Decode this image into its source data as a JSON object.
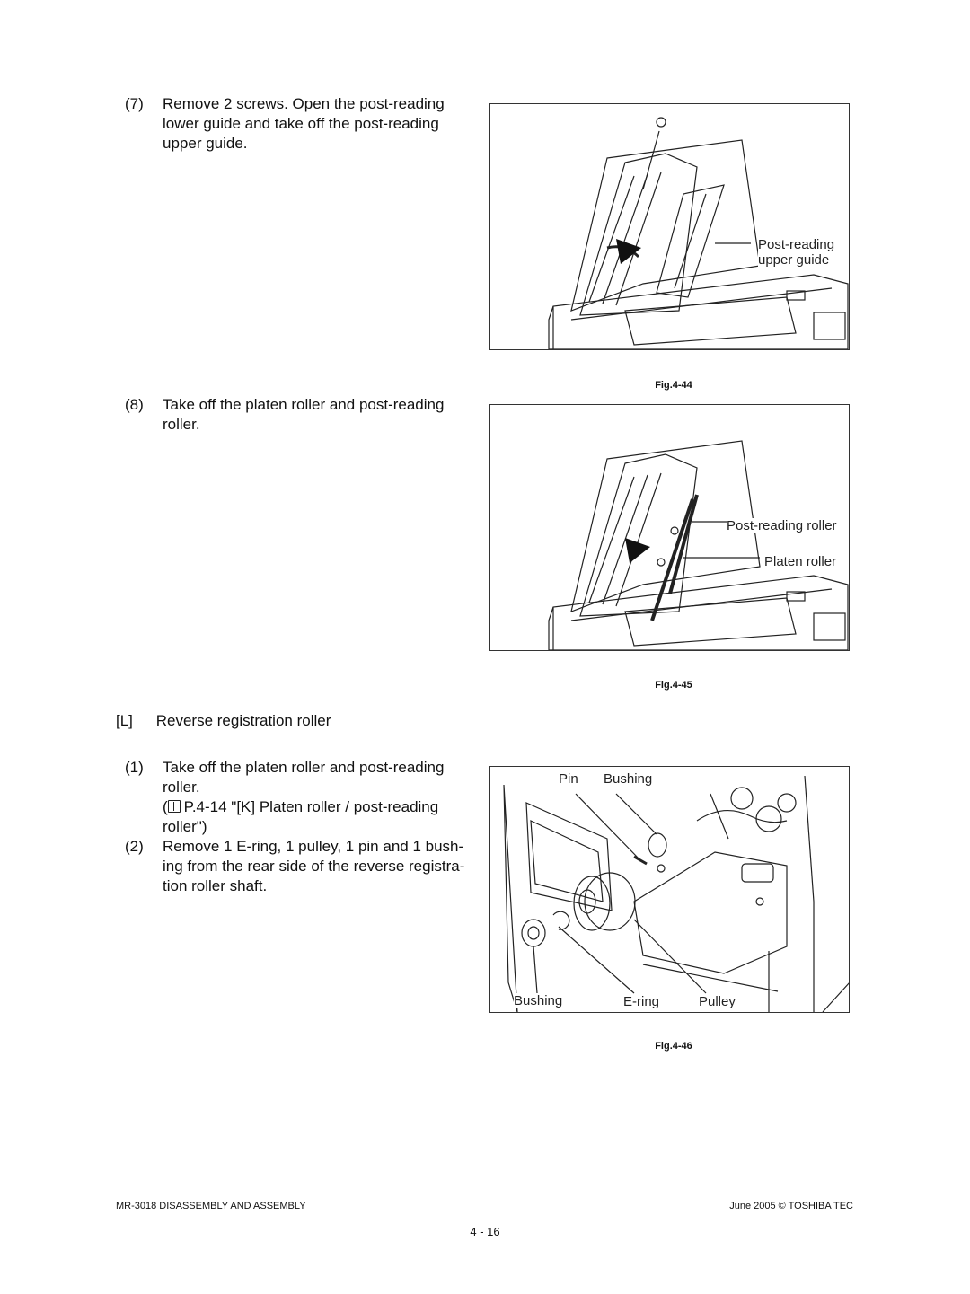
{
  "steps": [
    {
      "num": "(7)",
      "text": "Remove 2 screws. Open the post-reading lower guide and take off the post-reading upper guide."
    },
    {
      "num": "(8)",
      "text": "Take off the platen roller and post-reading roller."
    },
    {
      "num": "(1)",
      "text": "Take off the platen roller and post-reading roller.",
      "ref": "P.4-14 \"[K] Platen roller / post-reading roller\")"
    },
    {
      "num": "(2)",
      "text": "Remove 1 E-ring, 1 pulley, 1 pin and 1 bush- ing from the rear side of the reverse registra- tion roller shaft."
    }
  ],
  "section": {
    "tag": "[L]",
    "title": "Reverse registration roller"
  },
  "figures": [
    {
      "caption": "Fig.4-44",
      "labels": [
        "Post-reading",
        "upper guide"
      ]
    },
    {
      "caption": "Fig.4-45",
      "labels": [
        "Post-reading roller",
        "Platen roller"
      ]
    },
    {
      "caption": "Fig.4-46",
      "labels": [
        "Pin",
        "Bushing",
        "Bushing",
        "E-ring",
        "Pulley"
      ]
    }
  ],
  "footer": {
    "left": "MR-3018 DISASSEMBLY AND ASSEMBLY",
    "right": "June 2005 © TOSHIBA TEC",
    "page": "4 - 16"
  },
  "icons": {
    "reference": "book-icon"
  }
}
